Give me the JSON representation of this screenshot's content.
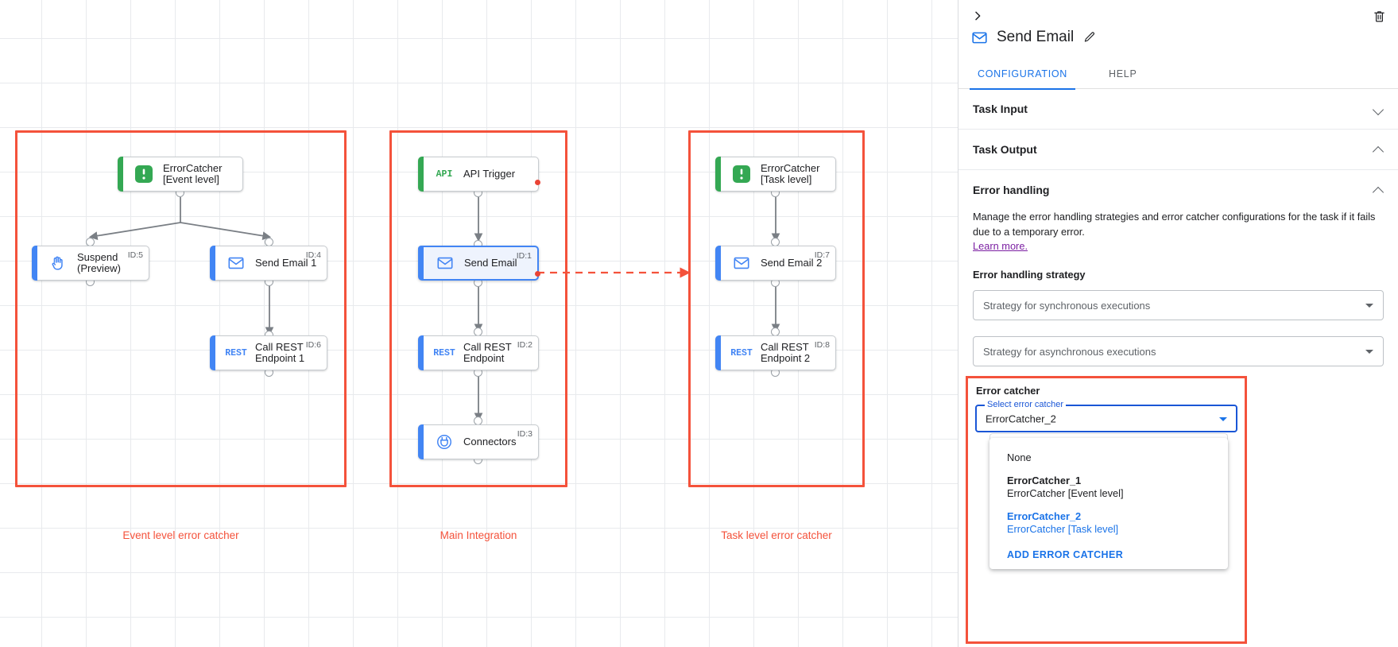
{
  "canvas": {
    "groups": [
      {
        "id": "event-level",
        "label": "Event level error catcher"
      },
      {
        "id": "main-integration",
        "label": "Main Integration"
      },
      {
        "id": "task-level",
        "label": "Task level error catcher"
      }
    ],
    "nodes": [
      {
        "key": "errorcatcher_event",
        "label": "ErrorCatcher\n[Event level]",
        "icon": "error-catcher-icon",
        "id_badge": "",
        "accent": "green",
        "selected": false
      },
      {
        "key": "suspend",
        "label": "Suspend\n(Preview)",
        "icon": "suspend-hand-icon",
        "id_badge": "ID:5",
        "accent": "blue",
        "selected": false
      },
      {
        "key": "send_email_1",
        "label": "Send Email 1",
        "icon": "email-icon",
        "id_badge": "ID:4",
        "accent": "blue",
        "selected": false
      },
      {
        "key": "call_rest_1",
        "label": "Call REST\nEndpoint 1",
        "icon": "rest-icon",
        "id_badge": "ID:6",
        "accent": "blue",
        "selected": false
      },
      {
        "key": "api_trigger",
        "label": "API Trigger",
        "icon": "api-icon",
        "id_badge": "",
        "accent": "green",
        "selected": false
      },
      {
        "key": "send_email",
        "label": "Send Email",
        "icon": "email-icon",
        "id_badge": "ID:1",
        "accent": "blue",
        "selected": true
      },
      {
        "key": "call_rest",
        "label": "Call REST\nEndpoint",
        "icon": "rest-icon",
        "id_badge": "ID:2",
        "accent": "blue",
        "selected": false
      },
      {
        "key": "connectors",
        "label": "Connectors",
        "icon": "connectors-icon",
        "id_badge": "ID:3",
        "accent": "blue",
        "selected": false
      },
      {
        "key": "errorcatcher_task",
        "label": "ErrorCatcher\n[Task level]",
        "icon": "error-catcher-icon",
        "id_badge": "",
        "accent": "green",
        "selected": false
      },
      {
        "key": "send_email_2",
        "label": "Send Email 2",
        "icon": "email-icon",
        "id_badge": "ID:7",
        "accent": "blue",
        "selected": false
      },
      {
        "key": "call_rest_2",
        "label": "Call REST\nEndpoint 2",
        "icon": "rest-icon",
        "id_badge": "ID:8",
        "accent": "blue",
        "selected": false
      }
    ],
    "icon_text": {
      "api": "API",
      "rest": "REST"
    }
  },
  "panel": {
    "collapse_icon": "chevron-right-icon",
    "delete_icon": "trash-icon",
    "title": "Send Email",
    "title_icon": "email-icon",
    "edit_icon": "pencil-icon",
    "tabs": [
      {
        "key": "configuration",
        "label": "CONFIGURATION",
        "active": true
      },
      {
        "key": "help",
        "label": "HELP",
        "active": false
      }
    ],
    "sections": [
      {
        "key": "task_input",
        "title": "Task Input",
        "expanded": false
      },
      {
        "key": "task_output",
        "title": "Task Output",
        "expanded": true
      },
      {
        "key": "error_handling",
        "title": "Error handling",
        "expanded": true
      }
    ],
    "error_handling": {
      "description": "Manage the error handling strategies and error catcher configurations for the task if it fails due to a temporary error.",
      "learn_more": "Learn more.",
      "strategy_label": "Error handling strategy",
      "sync_placeholder": "Strategy for synchronous executions",
      "async_placeholder": "Strategy for asynchronous executions"
    },
    "error_catcher": {
      "section_label": "Error catcher",
      "field_label": "Select error catcher",
      "value": "ErrorCatcher_2",
      "options": [
        {
          "key": "none",
          "primary": "None",
          "secondary": "",
          "selected": false,
          "bold": false
        },
        {
          "key": "ec1",
          "primary": "ErrorCatcher_1",
          "secondary": "ErrorCatcher [Event level]",
          "selected": false,
          "bold": true
        },
        {
          "key": "ec2",
          "primary": "ErrorCatcher_2",
          "secondary": "ErrorCatcher [Task level]",
          "selected": true,
          "bold": true
        }
      ],
      "add_label": "ADD ERROR CATCHER"
    }
  },
  "colors": {
    "accent_blue": "#1a73e8",
    "green": "#34a853",
    "node_blue": "#4285f4",
    "red_highlight": "#f4523b",
    "error_dot": "#ea4335",
    "link_purple": "#7b1fa2"
  }
}
